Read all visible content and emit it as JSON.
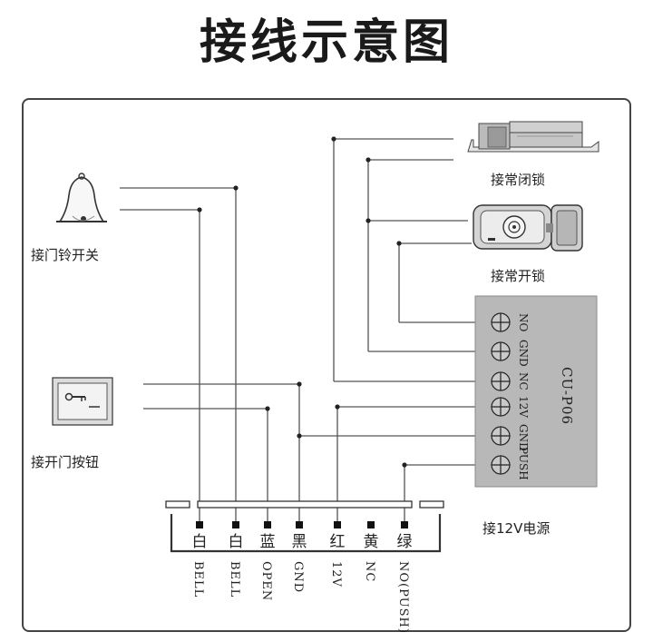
{
  "title": "接线示意图",
  "devices": {
    "doorbell": "接门铃开关",
    "exit_button": "接开门按钮",
    "nc_lock": "接常闭锁",
    "no_lock": "接常开锁",
    "power": "接12V电源"
  },
  "controller": {
    "model": "CU-P06",
    "terminals": [
      "NO",
      "GND",
      "NC",
      "12V",
      "GND",
      "PUSH"
    ]
  },
  "wires": [
    {
      "color_name": "白",
      "code": "BELL"
    },
    {
      "color_name": "白",
      "code": "BELL"
    },
    {
      "color_name": "蓝",
      "code": "OPEN"
    },
    {
      "color_name": "黑",
      "code": "GND"
    },
    {
      "color_name": "红",
      "code": "12V"
    },
    {
      "color_name": "黄",
      "code": "NC"
    },
    {
      "color_name": "绿",
      "code": "NO(PUSH)"
    }
  ],
  "colors": {
    "wire": "#555555",
    "panel": "#b8b8b8"
  },
  "icons": [
    "bell-icon",
    "exit-button-icon",
    "strike-lock-icon",
    "electric-lock-icon",
    "terminal-screw-icon"
  ]
}
